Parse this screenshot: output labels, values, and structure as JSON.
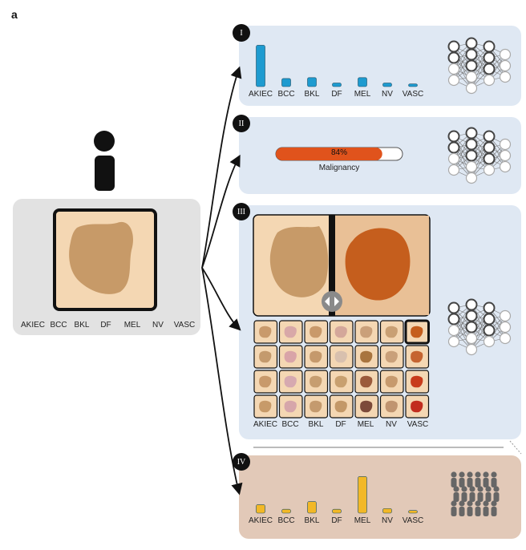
{
  "figure_label": "a",
  "categories": [
    "AKIEC",
    "BCC",
    "BKL",
    "DF",
    "MEL",
    "NV",
    "VASC"
  ],
  "panels": {
    "p1": {
      "badge": "I",
      "probabilities": [
        0.92,
        0.18,
        0.2,
        0.08,
        0.2,
        0.08,
        0.06
      ]
    },
    "p2": {
      "badge": "II",
      "percent_text": "84%",
      "value": 0.84,
      "caption": "Malignancy"
    },
    "p3": {
      "badge": "III"
    },
    "p4": {
      "badge": "IV",
      "probabilities": [
        0.22,
        0.1,
        0.3,
        0.1,
        0.95,
        0.12,
        0.07
      ]
    }
  },
  "colors": {
    "blue_bar": "#1e9bd0",
    "panel_blue": "#dfe8f3",
    "panel_grey": "#e2e2e2",
    "panel_tan": "#e2c9b8",
    "orange_bar": "#f2b827",
    "malignancy_fill": "#e0531c",
    "skin": "#f4d7b3",
    "lesion": "#c79a68",
    "lesion_mel": "#c55e1d"
  },
  "grid_lesion_colors": [
    [
      "#c99a6c",
      "#d8a8a8",
      "#c9996a",
      "#d4a79a",
      "#caa07a",
      "#c9a074",
      "#c55e1d"
    ],
    [
      "#c49a6d",
      "#d9a4a8",
      "#c5996c",
      "#d8c0ae",
      "#a8743e",
      "#c9a07a",
      "#c56431"
    ],
    [
      "#c8996b",
      "#d6a9b0",
      "#c69d70",
      "#c8a070",
      "#9b5a3b",
      "#c79a6e",
      "#c83b1c"
    ],
    [
      "#c79a69",
      "#d6a6aa",
      "#c49a6e",
      "#c39868",
      "#7c4a3a",
      "#c09470",
      "#c22d1f"
    ]
  ]
}
